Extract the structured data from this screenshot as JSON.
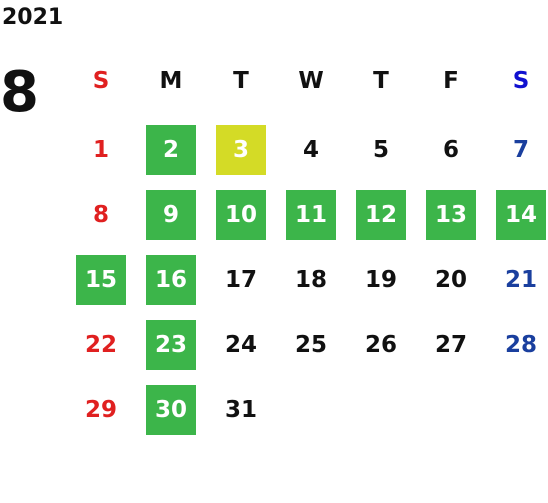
{
  "calendar": {
    "year": "2021",
    "month": "8",
    "weekday_headers": [
      {
        "label": "S",
        "color": "#e02020"
      },
      {
        "label": "M",
        "color": "#111111"
      },
      {
        "label": "T",
        "color": "#111111"
      },
      {
        "label": "W",
        "color": "#111111"
      },
      {
        "label": "T",
        "color": "#111111"
      },
      {
        "label": "F",
        "color": "#111111"
      },
      {
        "label": "S",
        "color": "#1010d0"
      }
    ],
    "days": [
      {
        "label": "1",
        "weekday": 0,
        "week": 0,
        "color": "#e02020",
        "bg": ""
      },
      {
        "label": "2",
        "weekday": 1,
        "week": 0,
        "color": "#ffffff",
        "bg": "#3cb54a"
      },
      {
        "label": "3",
        "weekday": 2,
        "week": 0,
        "color": "#ffffff",
        "bg": "#d4db26"
      },
      {
        "label": "4",
        "weekday": 3,
        "week": 0,
        "color": "#111111",
        "bg": ""
      },
      {
        "label": "5",
        "weekday": 4,
        "week": 0,
        "color": "#111111",
        "bg": ""
      },
      {
        "label": "6",
        "weekday": 5,
        "week": 0,
        "color": "#111111",
        "bg": ""
      },
      {
        "label": "7",
        "weekday": 6,
        "week": 0,
        "color": "#1a3f9e",
        "bg": ""
      },
      {
        "label": "8",
        "weekday": 0,
        "week": 1,
        "color": "#e02020",
        "bg": ""
      },
      {
        "label": "9",
        "weekday": 1,
        "week": 1,
        "color": "#ffffff",
        "bg": "#3cb54a"
      },
      {
        "label": "10",
        "weekday": 2,
        "week": 1,
        "color": "#ffffff",
        "bg": "#3cb54a"
      },
      {
        "label": "11",
        "weekday": 3,
        "week": 1,
        "color": "#ffffff",
        "bg": "#3cb54a"
      },
      {
        "label": "12",
        "weekday": 4,
        "week": 1,
        "color": "#ffffff",
        "bg": "#3cb54a"
      },
      {
        "label": "13",
        "weekday": 5,
        "week": 1,
        "color": "#ffffff",
        "bg": "#3cb54a"
      },
      {
        "label": "14",
        "weekday": 6,
        "week": 1,
        "color": "#ffffff",
        "bg": "#3cb54a"
      },
      {
        "label": "15",
        "weekday": 0,
        "week": 2,
        "color": "#ffffff",
        "bg": "#3cb54a"
      },
      {
        "label": "16",
        "weekday": 1,
        "week": 2,
        "color": "#ffffff",
        "bg": "#3cb54a"
      },
      {
        "label": "17",
        "weekday": 2,
        "week": 2,
        "color": "#111111",
        "bg": ""
      },
      {
        "label": "18",
        "weekday": 3,
        "week": 2,
        "color": "#111111",
        "bg": ""
      },
      {
        "label": "19",
        "weekday": 4,
        "week": 2,
        "color": "#111111",
        "bg": ""
      },
      {
        "label": "20",
        "weekday": 5,
        "week": 2,
        "color": "#111111",
        "bg": ""
      },
      {
        "label": "21",
        "weekday": 6,
        "week": 2,
        "color": "#1a3f9e",
        "bg": ""
      },
      {
        "label": "22",
        "weekday": 0,
        "week": 3,
        "color": "#e02020",
        "bg": ""
      },
      {
        "label": "23",
        "weekday": 1,
        "week": 3,
        "color": "#ffffff",
        "bg": "#3cb54a"
      },
      {
        "label": "24",
        "weekday": 2,
        "week": 3,
        "color": "#111111",
        "bg": ""
      },
      {
        "label": "25",
        "weekday": 3,
        "week": 3,
        "color": "#111111",
        "bg": ""
      },
      {
        "label": "26",
        "weekday": 4,
        "week": 3,
        "color": "#111111",
        "bg": ""
      },
      {
        "label": "27",
        "weekday": 5,
        "week": 3,
        "color": "#111111",
        "bg": ""
      },
      {
        "label": "28",
        "weekday": 6,
        "week": 3,
        "color": "#1a3f9e",
        "bg": ""
      },
      {
        "label": "29",
        "weekday": 0,
        "week": 4,
        "color": "#e02020",
        "bg": ""
      },
      {
        "label": "30",
        "weekday": 1,
        "week": 4,
        "color": "#ffffff",
        "bg": "#3cb54a"
      },
      {
        "label": "31",
        "weekday": 2,
        "week": 4,
        "color": "#111111",
        "bg": ""
      }
    ]
  }
}
